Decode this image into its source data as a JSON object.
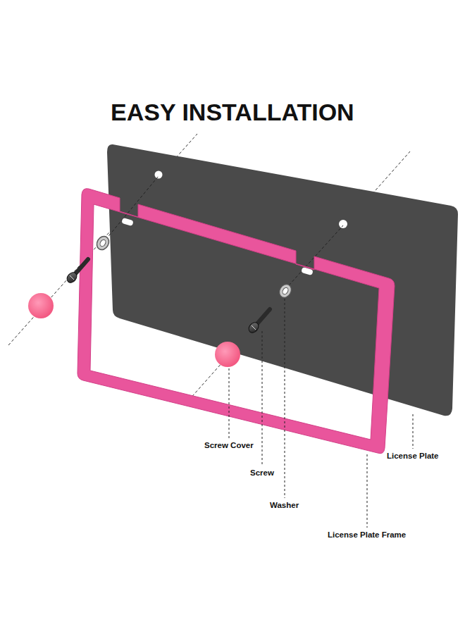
{
  "diagram": {
    "title": "EASY INSTALLATION",
    "labels": [
      "Screw Cover",
      "Screw",
      "Washer",
      "License Plate",
      "License Plate Frame"
    ]
  }
}
